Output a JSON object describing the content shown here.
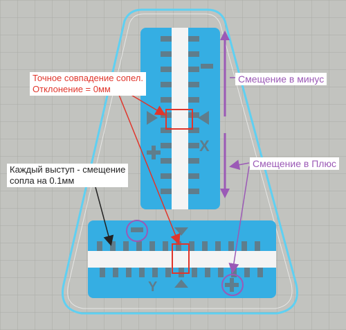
{
  "annotations": {
    "nozzle_match": {
      "line1": "Точное совпадение сопел.",
      "line2": "Отклонение = 0мм",
      "color": "#e0352b"
    },
    "minus_offset": {
      "text": "Смещение в минус",
      "color": "#9b59b6"
    },
    "plus_offset": {
      "text": "Смещение в Плюс",
      "color": "#9b59b6"
    },
    "step_note": {
      "line1": "Каждый выступ - смещение",
      "line2": "сопла на 0.1мм",
      "color": "#222222"
    }
  },
  "colors": {
    "background": "#c2c3bf",
    "grid": "#a9aba6",
    "print_blue": "#35aee3",
    "print_white": "#f4f4f4",
    "outline": "#5fd0f2",
    "marker_red": "#e0352b",
    "marker_purple": "#9b59b6"
  }
}
